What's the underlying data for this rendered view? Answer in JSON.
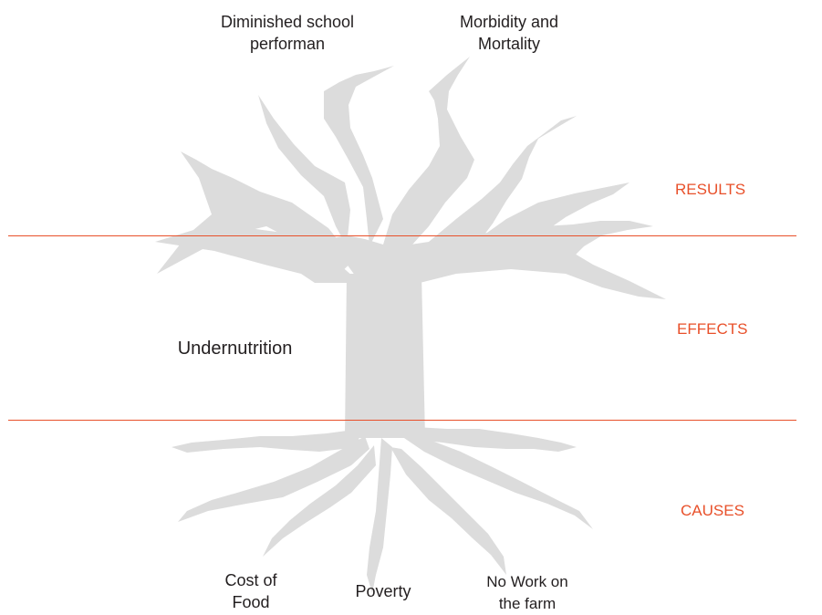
{
  "labels": {
    "result_left": "Diminished school\nperforman",
    "result_right": "Morbidity and\nMortality",
    "effect": "Undernutrition",
    "cause_left": "Cost of\nFood",
    "cause_middle": "Poverty",
    "cause_right": "No Work on\nthe farm"
  },
  "zones": {
    "results": "RESULTS",
    "effects": "EFFECTS",
    "causes": "CAUSES"
  },
  "colors": {
    "tree": "#dcdcdc",
    "accent": "#e8502a",
    "text": "#231f20",
    "background": "#ffffff"
  }
}
